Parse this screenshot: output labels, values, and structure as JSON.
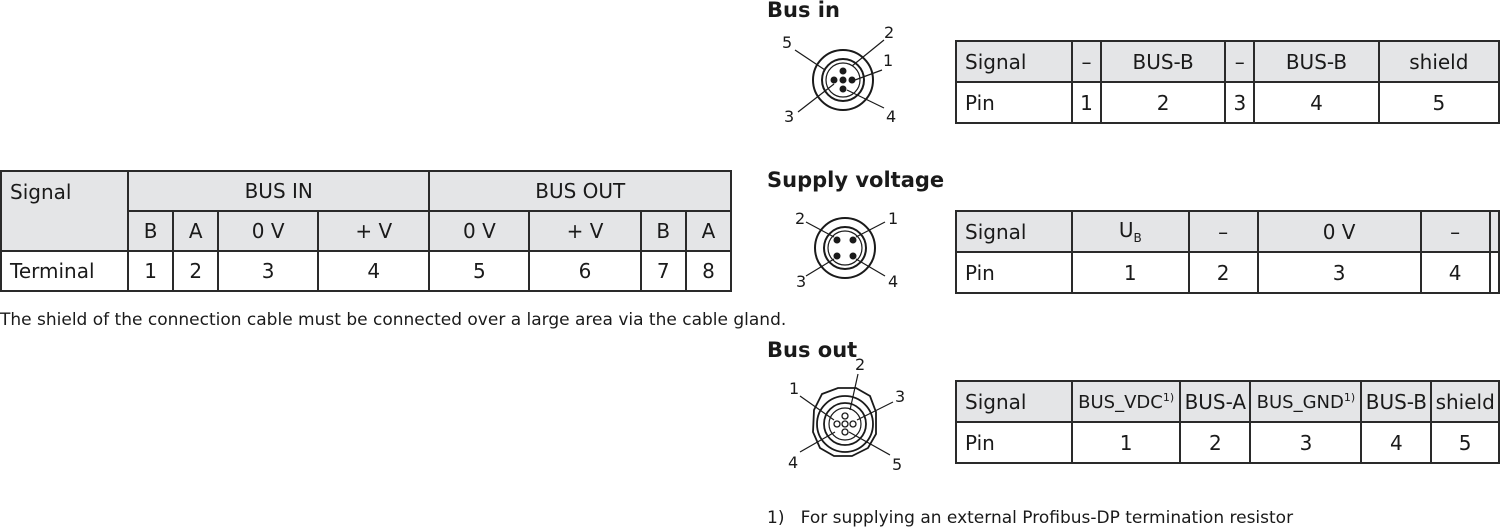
{
  "terminal_table": {
    "signal_label": "Signal",
    "group_bus_in": "BUS IN",
    "group_bus_out": "BUS OUT",
    "bus_in_signals": [
      "B",
      "A",
      "0 V",
      "+ V"
    ],
    "bus_out_signals": [
      "0 V",
      "+ V",
      "B",
      "A"
    ],
    "terminal_label": "Terminal",
    "terminals": [
      "1",
      "2",
      "3",
      "4",
      "5",
      "6",
      "7",
      "8"
    ]
  },
  "shield_note": "The shield of the connection cable must be connected over a large area via the cable gland.",
  "bus_in": {
    "title": "Bus in",
    "pin_labels": [
      "1",
      "2",
      "3",
      "4",
      "5"
    ],
    "signal_label": "Signal",
    "pin_label": "Pin",
    "signals": [
      "–",
      "BUS-B",
      "–",
      "BUS-B",
      "shield"
    ],
    "pins": [
      "1",
      "2",
      "3",
      "4",
      "5"
    ]
  },
  "supply": {
    "title": "Supply voltage",
    "pin_labels": [
      "1",
      "2",
      "3",
      "4"
    ],
    "signal_label": "Signal",
    "pin_label": "Pin",
    "ub_main": "U",
    "ub_sub": "B",
    "signals": [
      "–",
      "0 V",
      "–",
      ""
    ],
    "pins": [
      "1",
      "2",
      "3",
      "4",
      ""
    ]
  },
  "bus_out": {
    "title": "Bus out",
    "pin_labels": [
      "1",
      "2",
      "3",
      "4",
      "5"
    ],
    "signal_label": "Signal",
    "pin_label": "Pin",
    "signals": [
      "BUS_VDC",
      "BUS-A",
      "BUS_GND",
      "BUS-B",
      "shield"
    ],
    "footnote_marks": [
      "1)",
      "1)"
    ],
    "pins": [
      "1",
      "2",
      "3",
      "4",
      "5"
    ]
  },
  "footnote": "1)   For supplying an external Profibus-DP termination resistor",
  "colors": {
    "header_fill": "#e4e5e7",
    "line": "#2a2a2a"
  }
}
